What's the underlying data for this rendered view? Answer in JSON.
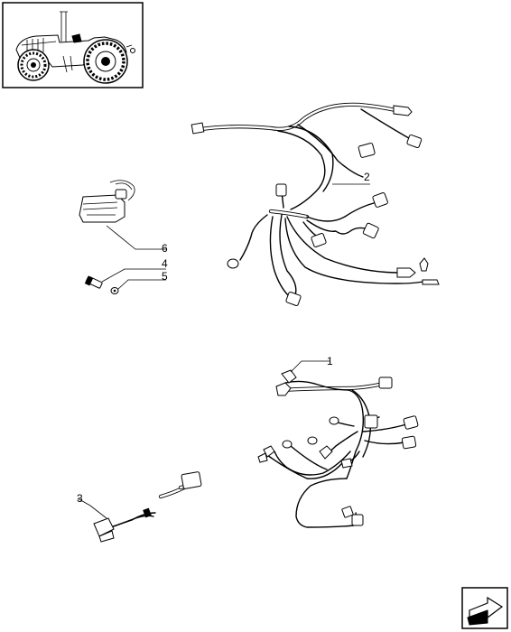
{
  "callouts": {
    "c1": "1",
    "c2": "2",
    "c3": "3",
    "c4": "4",
    "c5": "5",
    "c6": "6"
  },
  "icons": {
    "thumbnail": "tractor-thumbnail-icon",
    "nav": "next-page-arrow-icon"
  }
}
